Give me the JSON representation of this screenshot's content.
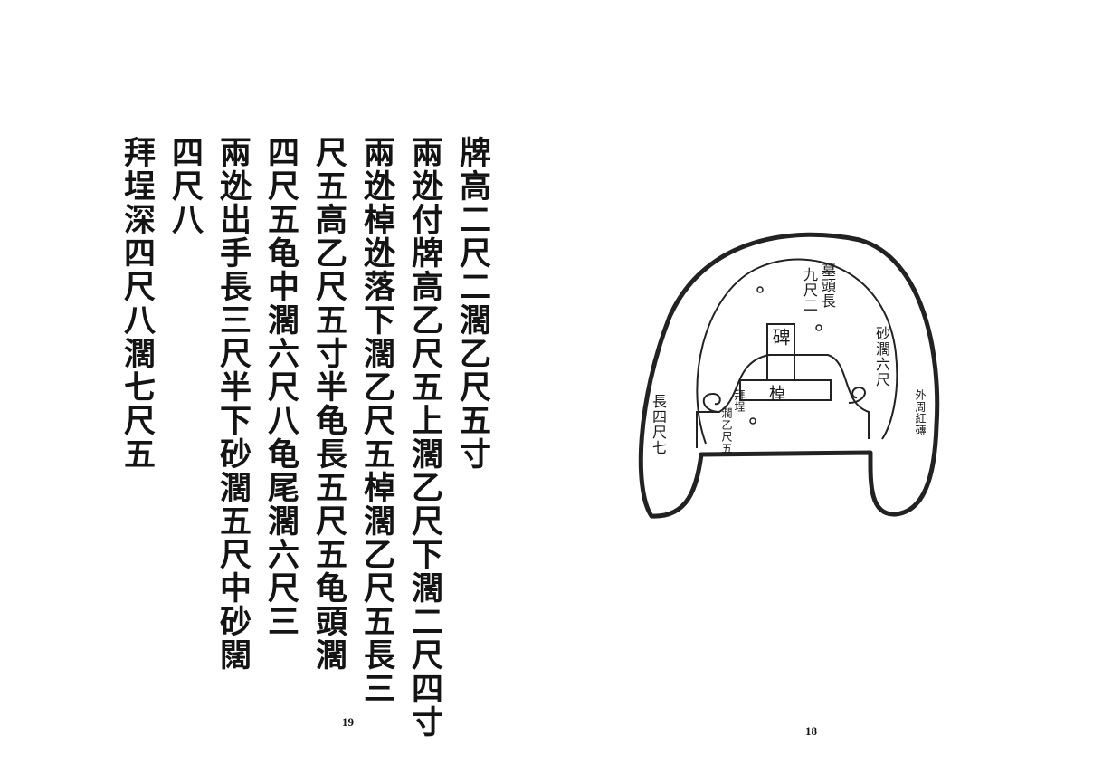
{
  "left_page": {
    "columns": [
      "牌高二尺二濶乙尺五寸",
      "兩迯付牌高乙尺五上濶乙尺下濶二尺四寸",
      "兩迯棹迯落下濶乙尺五棹濶乙尺五長三",
      "尺五高乙尺五寸半龟長五尺五龟頭濶",
      "四尺五龟中濶六尺八龟尾濶六尺三",
      "兩迯出手長三尺半下砂濶五尺中砂闊",
      "四尺八",
      "拜埕深四尺八濶七尺五"
    ],
    "page_number": "19"
  },
  "right_page": {
    "labels": {
      "tomb_head": "墓頭長",
      "tomb_head_value": "九尺二",
      "stele": "碑",
      "table": "棹",
      "sand_width": "砂濶六尺",
      "outer_wall": "外周紅磚",
      "length": "長四尺七",
      "altar_label_a": "拜埕",
      "altar_label_b": "濶乙尺五"
    },
    "page_number": "18"
  }
}
